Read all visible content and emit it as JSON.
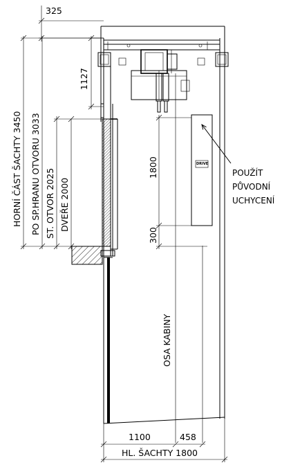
{
  "dimensions": {
    "top_overrun": "325",
    "machine_height": "1127",
    "shaft_head_height": "HORNÍ ČÁST ŠACHTY 3450",
    "to_opening_edge": "PO SP.HRANU OTVORU 3033",
    "door_opening": "ST. OTVOR 2025",
    "door_height": "DVEŘE 2000",
    "panel_height": "1800",
    "panel_offset": "300",
    "car_axis": "OSA KABINY",
    "width_left": "1100",
    "width_right": "458",
    "shaft_depth": "HL. ŠACHTY 1800"
  },
  "annotation": {
    "line1": "POUŽÍT",
    "line2": "PŮVODNÍ",
    "line3": "UCHYCENÍ"
  },
  "panel_label": "DRIVE"
}
